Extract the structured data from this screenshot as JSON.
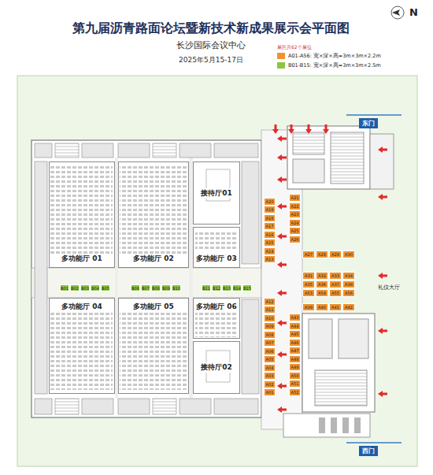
{
  "diagram": {
    "title": "第九届沥青路面论坛暨新技术新成果展示会平面图",
    "nodes": [
      {
        "text": [
          "多功能厅 01"
        ]
      },
      {
        "text": [
          "多功能厅 02"
        ]
      },
      {
        "text": [
          "接待厅01"
        ]
      },
      {
        "text": [
          "多功能厅 03"
        ]
      },
      {
        "text": [
          "多功能厅 04"
        ]
      },
      {
        "text": [
          "多功能厅 05"
        ]
      },
      {
        "text": [
          "多功能厅 06"
        ]
      },
      {
        "text": [
          "接待厅02"
        ]
      },
      {
        "text": [
          "东门"
        ]
      },
      {
        "text": [
          "西门"
        ]
      },
      {
        "text": [
          "A01"
        ]
      },
      {
        "text": [
          "A02"
        ]
      },
      {
        "text": [
          "A03"
        ]
      },
      {
        "text": [
          "A04"
        ]
      },
      {
        "text": [
          "A05"
        ]
      },
      {
        "text": [
          "A06"
        ]
      },
      {
        "text": [
          "A07"
        ]
      },
      {
        "text": [
          "A08"
        ]
      },
      {
        "text": [
          "A09"
        ]
      },
      {
        "text": [
          "A10"
        ]
      },
      {
        "text": [
          "A11"
        ]
      },
      {
        "text": [
          "A12"
        ]
      },
      {
        "text": [
          "A13"
        ]
      },
      {
        "text": [
          "A14"
        ]
      },
      {
        "text": [
          "A15"
        ]
      },
      {
        "text": [
          "A16"
        ]
      },
      {
        "text": [
          "A17"
        ]
      },
      {
        "text": [
          "A18"
        ]
      },
      {
        "text": [
          "A19"
        ]
      },
      {
        "text": [
          "A20"
        ]
      },
      {
        "text": [
          "A21"
        ]
      },
      {
        "text": [
          "A22"
        ]
      },
      {
        "text": [
          "A23"
        ]
      },
      {
        "text": [
          "A24"
        ]
      },
      {
        "text": [
          "A25"
        ]
      },
      {
        "text": [
          "A26"
        ]
      },
      {
        "text": [
          "A27"
        ]
      },
      {
        "text": [
          "A28"
        ]
      },
      {
        "text": [
          "A29"
        ]
      },
      {
        "text": [
          "A30"
        ]
      },
      {
        "text": [
          "A31"
        ]
      },
      {
        "text": [
          "A32"
        ]
      },
      {
        "text": [
          "A33"
        ]
      },
      {
        "text": [
          "A34"
        ]
      },
      {
        "text": [
          "A35"
        ]
      },
      {
        "text": [
          "A36"
        ]
      },
      {
        "text": [
          "A37"
        ]
      },
      {
        "text": [
          "A38"
        ]
      },
      {
        "text": [
          "A39"
        ]
      },
      {
        "text": [
          "A40"
        ]
      },
      {
        "text": [
          "A41"
        ]
      },
      {
        "text": [
          "A42"
        ]
      },
      {
        "text": [
          "A43"
        ]
      },
      {
        "text": [
          "A44"
        ]
      },
      {
        "text": [
          "A45"
        ]
      },
      {
        "text": [
          "A46"
        ]
      },
      {
        "text": [
          "A47"
        ]
      },
      {
        "text": [
          "A48"
        ]
      },
      {
        "text": [
          "A49"
        ]
      },
      {
        "text": [
          "A50"
        ]
      },
      {
        "text": [
          "A51"
        ]
      },
      {
        "text": [
          "A52"
        ]
      },
      {
        "text": [
          "A53"
        ]
      },
      {
        "text": [
          "A54"
        ]
      },
      {
        "text": [
          "A55"
        ]
      },
      {
        "text": [
          "A56"
        ]
      },
      {
        "text": [
          "B01"
        ]
      },
      {
        "text": [
          "B02"
        ]
      },
      {
        "text": [
          "B03"
        ]
      },
      {
        "text": [
          "B04"
        ]
      },
      {
        "text": [
          "B05"
        ]
      },
      {
        "text": [
          "B06"
        ]
      },
      {
        "text": [
          "B07"
        ]
      },
      {
        "text": [
          "B08"
        ]
      },
      {
        "text": [
          "B09"
        ]
      },
      {
        "text": [
          "B10"
        ]
      },
      {
        "text": [
          "B11"
        ]
      },
      {
        "text": [
          "B12"
        ]
      },
      {
        "text": [
          "B13"
        ]
      },
      {
        "text": [
          "B14"
        ]
      },
      {
        "text": [
          "B15"
        ]
      }
    ],
    "labels": [
      "长沙国际会议中心",
      "2025年5月15-17日",
      "N",
      "展区共62个展位",
      "礼仪大厅"
    ],
    "legend": [
      {
        "text": "A01-A56: 宽×深×高=3m×3m×2.2m",
        "color": "#f0922e"
      },
      {
        "text": "B01-B15: 宽×深×高=3m×3m×2.5m",
        "color": "#8cc63f"
      }
    ]
  }
}
